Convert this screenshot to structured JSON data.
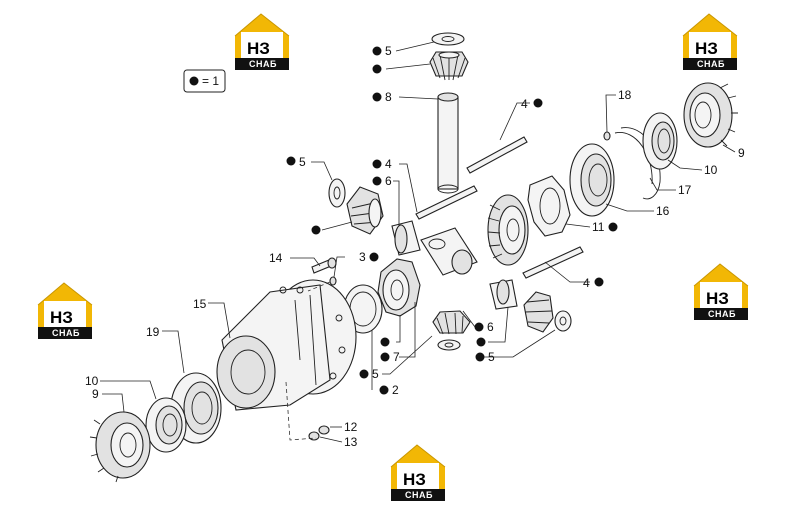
{
  "legend": {
    "text": "= 1"
  },
  "logo": {
    "main": "НЗ",
    "sub": "СНАБ",
    "accent": "#f2b705"
  },
  "callouts": [
    {
      "id": "c-5-top",
      "text": "5",
      "dot": true
    },
    {
      "id": "c-dot-gear-top",
      "text": "",
      "dot": true
    },
    {
      "id": "c-8",
      "text": "8",
      "dot": true
    },
    {
      "id": "c-4-top",
      "text": "4",
      "dot": true
    },
    {
      "id": "c-18",
      "text": "18",
      "dot": false
    },
    {
      "id": "c-9-right",
      "text": "9",
      "dot": false
    },
    {
      "id": "c-10-right",
      "text": "10",
      "dot": false
    },
    {
      "id": "c-17",
      "text": "17",
      "dot": false
    },
    {
      "id": "c-16",
      "text": "16",
      "dot": false
    },
    {
      "id": "c-11",
      "text": "11",
      "dot": true
    },
    {
      "id": "c-5-left",
      "text": "5",
      "dot": true
    },
    {
      "id": "c-dot-gear-left",
      "text": "",
      "dot": true
    },
    {
      "id": "c-4-mid",
      "text": "4",
      "dot": true
    },
    {
      "id": "c-6-mid",
      "text": "6",
      "dot": true
    },
    {
      "id": "c-14",
      "text": "14",
      "dot": false
    },
    {
      "id": "c-3",
      "text": "3",
      "dot": true
    },
    {
      "id": "c-4-right",
      "text": "4",
      "dot": true
    },
    {
      "id": "c-15",
      "text": "15",
      "dot": false
    },
    {
      "id": "c-19",
      "text": "19",
      "dot": false
    },
    {
      "id": "c-dot-ring",
      "text": "",
      "dot": true
    },
    {
      "id": "c-7",
      "text": "7",
      "dot": true
    },
    {
      "id": "c-5-low",
      "text": "5",
      "dot": true
    },
    {
      "id": "c-2",
      "text": "2",
      "dot": true
    },
    {
      "id": "c-6-low",
      "text": "6",
      "dot": true
    },
    {
      "id": "c-dot-low",
      "text": "",
      "dot": true
    },
    {
      "id": "c-5-lowright",
      "text": "5",
      "dot": true
    },
    {
      "id": "c-10-left",
      "text": "10",
      "dot": false
    },
    {
      "id": "c-9-left",
      "text": "9",
      "dot": false
    },
    {
      "id": "c-12",
      "text": "12",
      "dot": false
    },
    {
      "id": "c-13",
      "text": "13",
      "dot": false
    }
  ]
}
